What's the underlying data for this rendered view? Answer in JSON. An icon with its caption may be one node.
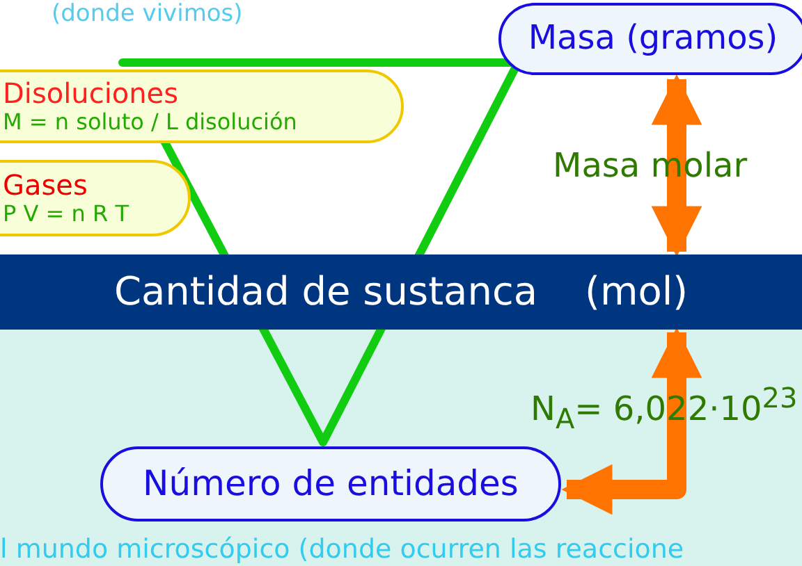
{
  "diagram": {
    "nodes": [
      {
        "text": [
          "Masa (gramos)"
        ]
      },
      {
        "text": [
          "Disoluciones",
          "M = n soluto / L disolución"
        ]
      },
      {
        "text": [
          "Gases",
          "P V = n R T"
        ]
      },
      {
        "text": [
          "Cantidad de sustanca",
          "(mol)"
        ]
      },
      {
        "text": [
          "Número de entidades"
        ]
      }
    ],
    "edges": [
      {
        "from": 0,
        "to": 3,
        "arrow": "both",
        "label": "Masa molar"
      },
      {
        "from": 3,
        "to": 4,
        "arrow": "both",
        "label": "N$_{A}$= 6,022·10$^{23}$"
      }
    ],
    "labels": [
      "(donde vivimos)",
      "l mundo microscópico (donde ocurren las reaccione"
    ]
  }
}
